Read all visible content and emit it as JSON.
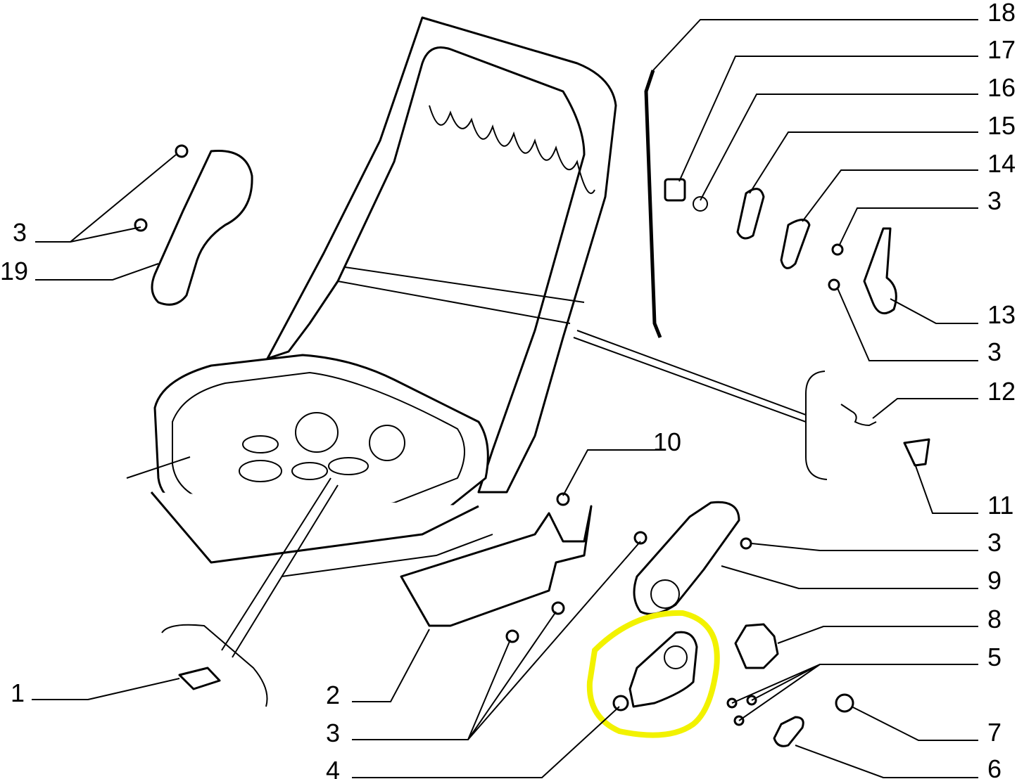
{
  "diagram": {
    "title": "Seat frame exploded parts diagram",
    "highlight_color": "#f2f200",
    "highlighted_part": "4",
    "labels": {
      "p18": "18",
      "p17": "17",
      "p16": "16",
      "p15": "15",
      "p14": "14",
      "p3a": "3",
      "p13": "13",
      "p3b": "3",
      "p12": "12",
      "p11": "11",
      "p3c": "3",
      "p9": "9",
      "p8": "8",
      "p5": "5",
      "p7": "7",
      "p6": "6",
      "p3left": "3",
      "p19": "19",
      "p10": "10",
      "p1": "1",
      "p2": "2",
      "p3bottom": "3",
      "p4": "4"
    }
  }
}
